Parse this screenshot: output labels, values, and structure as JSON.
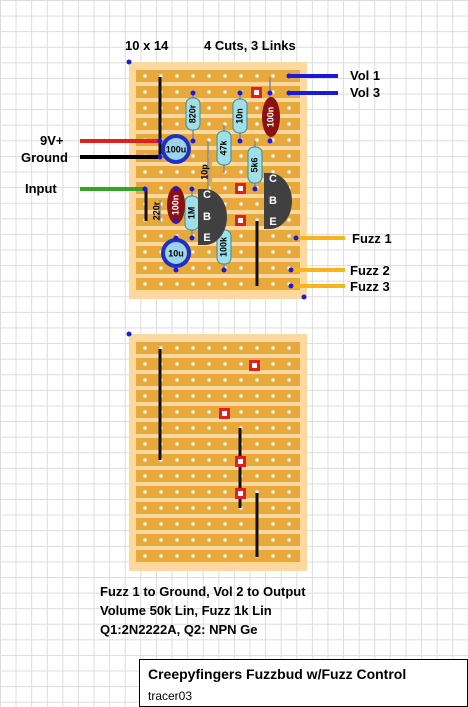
{
  "header": {
    "board_size": "10 x 14",
    "cuts_links": "4 Cuts, 3 Links"
  },
  "off_board_labels": {
    "vol1": "Vol 1",
    "vol3": "Vol 3",
    "v9": "9V+",
    "ground": "Ground",
    "input": "Input",
    "fuzz1": "Fuzz 1",
    "fuzz2": "Fuzz 2",
    "fuzz3": "Fuzz 3"
  },
  "components": {
    "r820": "820r",
    "c100u": "100u",
    "r10n": "10n",
    "r100n_top": "100n",
    "r47k": "47k",
    "c10p": "10p",
    "r5k6": "5k6",
    "r220r": "220r",
    "c100n_low": "100n",
    "r1m": "1M",
    "r100k": "100k",
    "c10u": "10u",
    "q1_c": "C",
    "q1_b": "B",
    "q1_e": "E",
    "q2_c": "C",
    "q2_b": "B",
    "q2_e": "E"
  },
  "notes": {
    "line1": "Fuzz 1 to Ground, Vol 2 to Output",
    "line2": "Volume 50k Lin, Fuzz 1k Lin",
    "line3": "Q1:2N2222A, Q2: NPN Ge"
  },
  "title": {
    "main": "Creepyfingers Fuzzbud w/Fuzz Control",
    "sub": "tracer03"
  },
  "colors": {
    "board": "#fdd9a0",
    "strip": "#e8a93c",
    "vol_wire": "#1a1adb",
    "v9_wire": "#e02020",
    "ground_wire": "#000000",
    "input_wire": "#3aa02a",
    "fuzz_wire": "#f7b51d",
    "cut_mark": "#e02020",
    "resistor": "#9fe0e8",
    "cap_film": "#8b1010",
    "electrolytic": "#2030c0",
    "transistor": "#404040"
  }
}
